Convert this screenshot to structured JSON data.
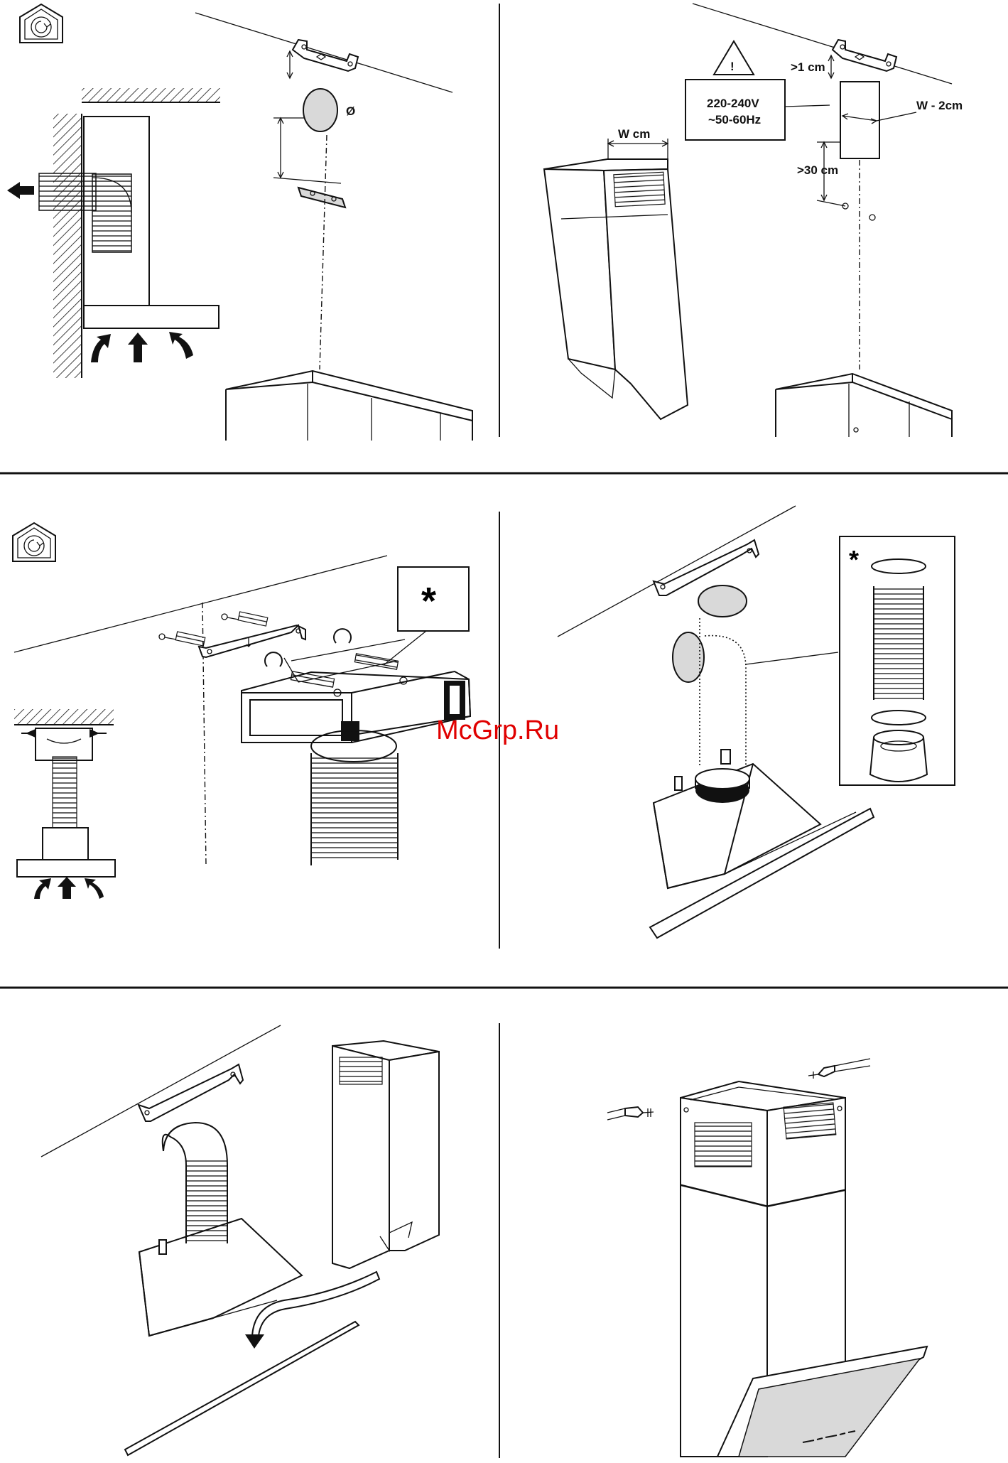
{
  "panel1": {
    "diameter_symbol": "Ø"
  },
  "panel2": {
    "width_label": "W cm",
    "gap_top_label": ">1 cm",
    "inner_width_label": "W - 2cm",
    "gap_bottom_label": ">30 cm",
    "voltage_label": "220-240V",
    "frequency_label": "~50-60Hz",
    "warning_glyph": "!"
  },
  "panel3": {
    "optional_marker": "*"
  },
  "panel4": {
    "optional_marker": "*"
  },
  "watermark": "McGrp.Ru",
  "icons": [
    "recirculation-house-icon",
    "warning-triangle-icon"
  ]
}
